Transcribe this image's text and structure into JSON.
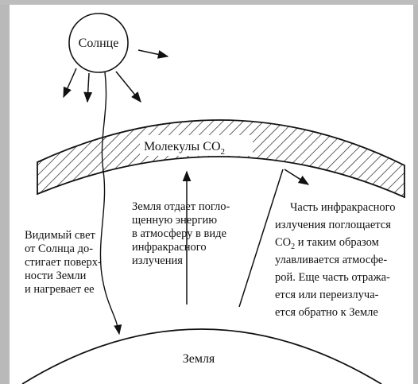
{
  "sun": {
    "label": "Солнце"
  },
  "atmosphere": {
    "label_main": "Молекулы CO",
    "label_sub": "2"
  },
  "earth": {
    "label": "Земля"
  },
  "texts": {
    "visible_light": "Видимый свет\nот Солнца до-\nстигает поверх-\nности Земли\nи нагревает ее",
    "earth_emission": "Земля отдает погло-\nщенную энергию\nв атмосферу в виде\nинфракрасного\nизлучения",
    "ir_line1": "Часть инфракрасного",
    "ir_line2": "излучения поглощается",
    "ir_co2": "CO",
    "ir_co2_sub": "2",
    "ir_line3_rest": " и таким образом",
    "ir_line4": "улавливается атмосфе-",
    "ir_line5": "рой. Еще часть отража-",
    "ir_line6": "ется или переизлуча-",
    "ir_line7": "ется обратно к Земле"
  }
}
